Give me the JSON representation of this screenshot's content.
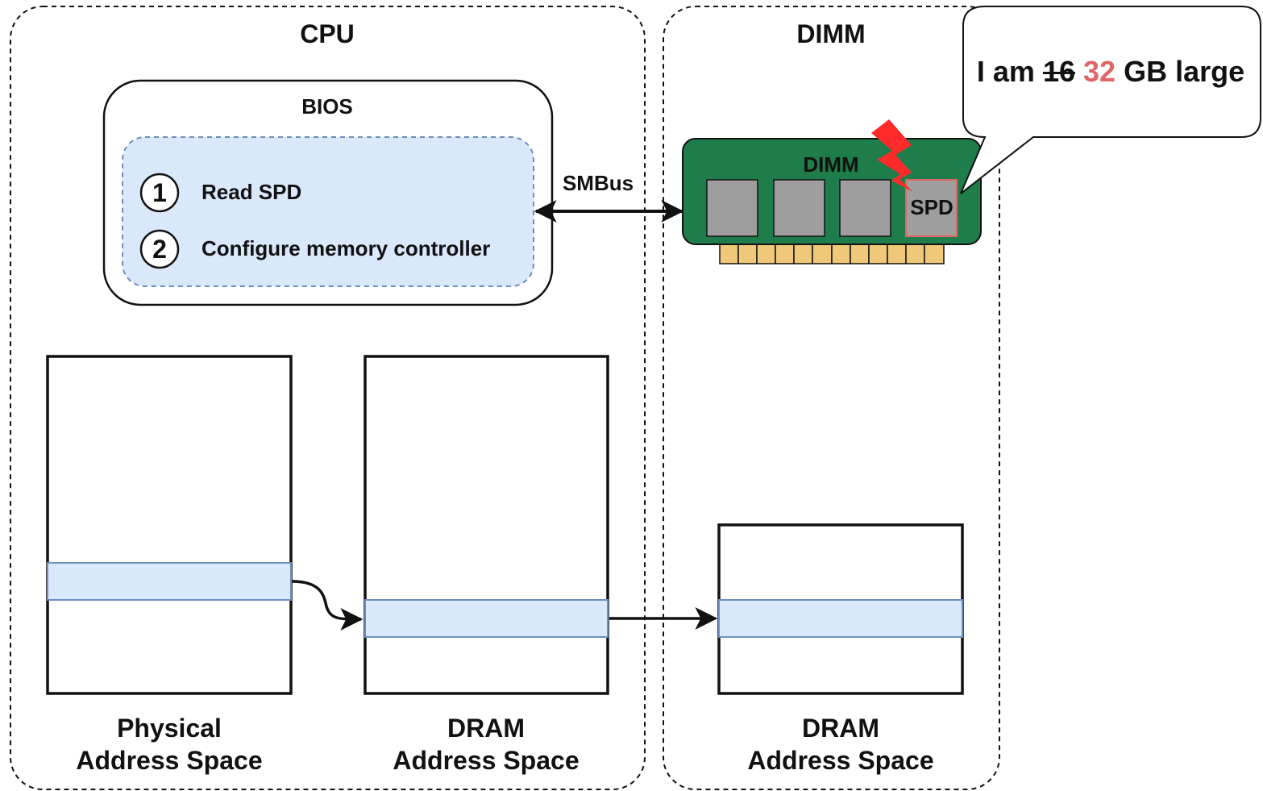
{
  "cpu": {
    "title": "CPU"
  },
  "dimm": {
    "title": "DIMM"
  },
  "bios": {
    "title": "BIOS",
    "steps": [
      {
        "number": "1",
        "label": "Read SPD"
      },
      {
        "number": "2",
        "label": "Configure memory controller"
      }
    ]
  },
  "link": {
    "label": "SMBus"
  },
  "module": {
    "label": "DIMM",
    "spd_label": "SPD",
    "colors": {
      "board": "#1e7d4a",
      "chip": "#9e9e9e",
      "spd_border": "#e06666",
      "pins": "#f0c87a",
      "attack": "#ff2a2a"
    }
  },
  "speech_bubble": {
    "prefix": "I am",
    "old_size": "16",
    "new_size": "32",
    "suffix": "GB large",
    "colors": {
      "new_size": "#e06666"
    }
  },
  "address_spaces": {
    "physical": {
      "line1": "Physical",
      "line2": "Address Space"
    },
    "dram_cpu": {
      "line1": "DRAM",
      "line2": "Address Space"
    },
    "dram_dimm": {
      "line1": "DRAM",
      "line2": "Address Space"
    }
  },
  "colors": {
    "highlight_fill": "#dae8fc",
    "highlight_border": "#6c8ebf",
    "outline": "#111111"
  }
}
